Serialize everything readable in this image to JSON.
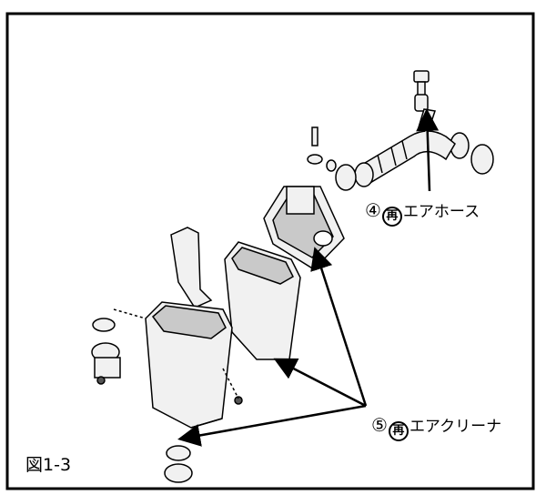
{
  "figure_label": "図1-3",
  "callouts": [
    {
      "number": "④",
      "mark": "再",
      "text": "エアホース"
    },
    {
      "number": "⑤",
      "mark": "再",
      "text": "エアクリーナ"
    }
  ],
  "colors": {
    "line": "#000000",
    "part_fill": "#f1f1f1",
    "part_shade": "#c9c9c9"
  }
}
